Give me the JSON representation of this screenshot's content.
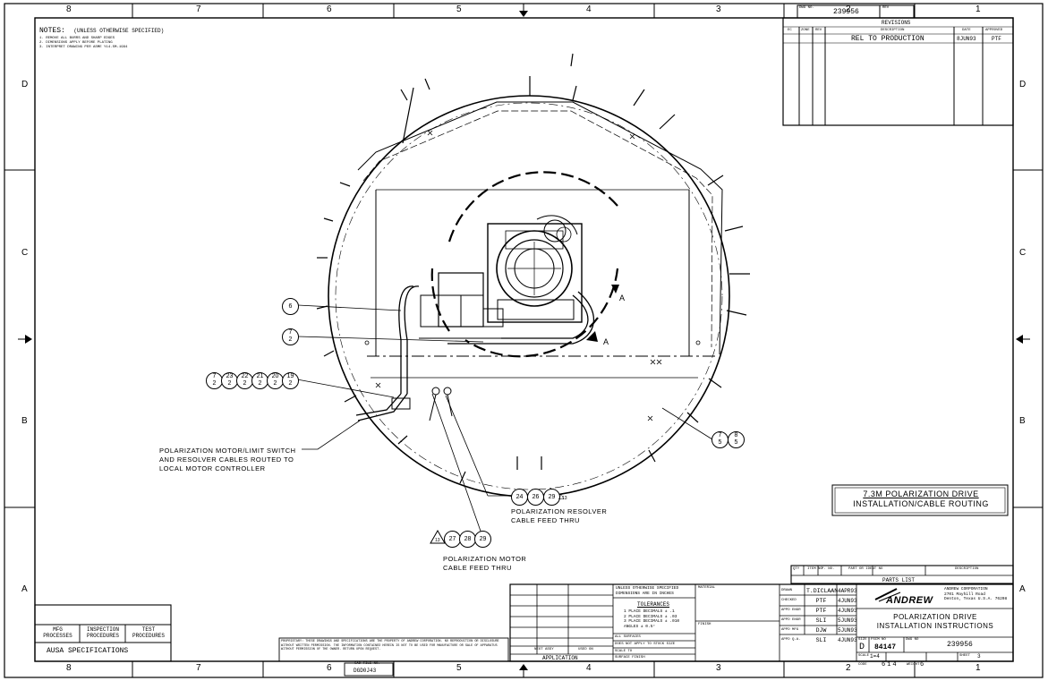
{
  "zones": {
    "top": [
      "8",
      "7",
      "6",
      "5",
      "4",
      "3",
      "2",
      "1"
    ],
    "bottom": [
      "8",
      "7",
      "6",
      "5",
      "4",
      "3",
      "2",
      "1"
    ],
    "left": [
      "D",
      "C",
      "B",
      "A"
    ],
    "right": [
      "D",
      "C",
      "B",
      "A"
    ]
  },
  "notes": {
    "heading": "NOTES:",
    "heading_sub": "(UNLESS OTHERWISE SPECIFIED)",
    "lines": [
      "1. REMOVE ALL BURRS AND SHARP EDGES",
      "2. DIMENSIONS APPLY BEFORE PLATING",
      "3. INTERPRET DRAWING PER ASME Y14.5M-1994"
    ]
  },
  "top_block": {
    "label": "DWG NO.",
    "number": "239956",
    "rev_label": "REV"
  },
  "revisions": {
    "title": "REVISIONS",
    "headers": [
      "EC",
      "ZONE",
      "REV",
      "DESCRIPTION",
      "DATE",
      "APPROVED"
    ],
    "row": {
      "description": "REL TO PRODUCTION",
      "date": "8JUN93",
      "approved": "PTF"
    }
  },
  "callouts": {
    "balloon_6": "6",
    "stack_7_2": {
      "top": "7",
      "bottom": "2"
    },
    "stack_7_5": {
      "top": "7",
      "bottom": "5"
    },
    "stack_8_5": {
      "top": "8",
      "bottom": "5"
    },
    "group_left": [
      {
        "top": "7",
        "bottom": "2"
      },
      {
        "top": "23",
        "bottom": "2"
      },
      {
        "top": "22",
        "bottom": "2"
      },
      {
        "top": "21",
        "bottom": "2"
      },
      {
        "top": "20",
        "bottom": "2"
      },
      {
        "top": "19",
        "bottom": "2"
      }
    ],
    "resolver_group": [
      "24",
      "26",
      "29"
    ],
    "resolver_flag": "13",
    "motor_group": [
      "27",
      "28",
      "29"
    ],
    "motor_flag": "13",
    "arrow_label_a1": "A",
    "arrow_label_a2": "A"
  },
  "annotations": {
    "motor_cables": [
      "POLARIZATION MOTOR/LIMIT SWITCH",
      "AND RESOLVER CABLES ROUTED TO",
      "LOCAL MOTOR CONTROLLER"
    ],
    "resolver_feed": [
      "POLARIZATION RESOLVER",
      "CABLE FEED THRU"
    ],
    "motor_feed": [
      "POLARIZATION MOTOR",
      "CABLE FEED THRU"
    ]
  },
  "drawing_title_box": [
    "7.3M POLARIZATION DRIVE",
    "INSTALLATION/CABLE ROUTING"
  ],
  "parts_list": {
    "title": "PARTS LIST",
    "headers": [
      "QTY",
      "ITEM NO",
      "P. NO.",
      "PART OR IDENT NO",
      "DESCRIPTION"
    ]
  },
  "tolerances": {
    "header_lines": [
      "UNLESS OTHERWISE SPECIFIED",
      "DIMENSIONS ARE IN INCHES"
    ],
    "title": "TOLERANCES",
    "lines": [
      "1 PLACE DECIMALS ± .1",
      "2 PLACE DECIMALS ± .03",
      "3 PLACE DECIMALS ± .010",
      "ANGLES ± 0.5°"
    ],
    "all_surfaces": "ALL SURFACES",
    "break_edges": "DOES NOT APPLY TO STOCK SIZE",
    "scale_to": "SCALE TO",
    "surface_finish": "SURFACE FINISH"
  },
  "application": {
    "next_assy": "NEXT ASSY",
    "used_on": "USED ON",
    "label": "APPLICATION"
  },
  "material_label": "MATERIAL",
  "finish_label": "FINISH",
  "approvals": [
    {
      "role": "DRAWN",
      "name": "T.DICLAAN",
      "date": "4APR93"
    },
    {
      "role": "CHECKED",
      "name": "PTF",
      "date": "4JUN93"
    },
    {
      "role": "APPD ENGR",
      "name": "PTF",
      "date": "4JUN93"
    },
    {
      "role": "APPD ENGR",
      "name": "SLI",
      "date": "5JUN93"
    },
    {
      "role": "APPD MFG",
      "name": "DJW",
      "date": "5JUN93"
    },
    {
      "role": "APPD Q.A.",
      "name": "SLI",
      "date": "4JUN93"
    }
  ],
  "company": {
    "logo": "ANDREW",
    "name": "ANDREW CORPORATION",
    "address1": "2701 Mayhill Road",
    "address2": "Denton, Texas U.S.A. 76208"
  },
  "title_block": {
    "title1": "POLARIZATION DRIVE",
    "title2": "INSTALLATION INSTRUCTIONS",
    "size": "D",
    "fscm": "84147",
    "dwg_no": "239956",
    "scale_label": "SCALE",
    "scale": "1=4",
    "sheet_label": "SHEET",
    "sheet": "3",
    "wt_label": "WEIGHT",
    "code_label": "CODE",
    "fscm_label": "FSCM NO",
    "dwg_label": "DWG NO",
    "size_label": "SIZE",
    "sheet_boxes": [
      "6",
      "1",
      "4",
      "6"
    ]
  },
  "confidential_note": "PROPRIETARY: THESE DRAWINGS AND SPECIFICATIONS ARE THE PROPERTY OF ANDREW CORPORATION. NO REPRODUCTION OR DISCLOSURE WITHOUT WRITTEN PERMISSION. THE INFORMATION CONTAINED HEREIN IS NOT TO BE USED FOR MANUFACTURE OR SALE OF APPARATUS WITHOUT PERMISSION OF THE OWNER. RETURN UPON REQUEST.",
  "cad_file": {
    "label": "CAD FILE NO.",
    "value": "DGD0J43"
  },
  "specs": {
    "mfg": [
      "MFG",
      "PROCESSES"
    ],
    "inspection": [
      "INSPECTION",
      "PROCEDURES"
    ],
    "test": [
      "TEST",
      "PROCEDURES"
    ],
    "footer": "AUSA SPECIFICATIONS"
  }
}
